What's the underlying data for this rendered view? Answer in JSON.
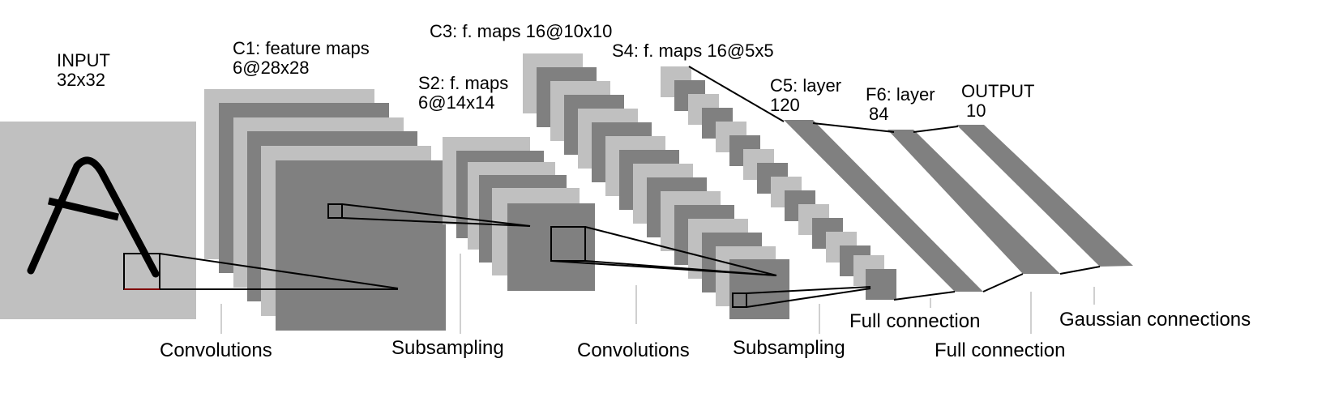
{
  "colors": {
    "light": "#c0c0c0",
    "dark": "#808080",
    "line": "#000000",
    "accent_line": "#800000"
  },
  "input": {
    "title": "INPUT",
    "size": "32x32"
  },
  "c1": {
    "title": "C1: feature maps",
    "size": "6@28x28"
  },
  "s2": {
    "title": "S2: f. maps",
    "size": "6@14x14"
  },
  "c3": {
    "title": "C3: f. maps 16@10x10"
  },
  "s4": {
    "title": "S4: f. maps 16@5x5"
  },
  "c5": {
    "title": "C5: layer",
    "size": "120"
  },
  "f6": {
    "title": "F6: layer",
    "size": "84"
  },
  "output": {
    "title": "OUTPUT",
    "size": "10"
  },
  "operations": {
    "conv1": "Convolutions",
    "sub1": "Subsampling",
    "conv2": "Convolutions",
    "sub2": "Subsampling",
    "full1": "Full connection",
    "full2": "Full connection",
    "gauss": "Gaussian connections"
  }
}
